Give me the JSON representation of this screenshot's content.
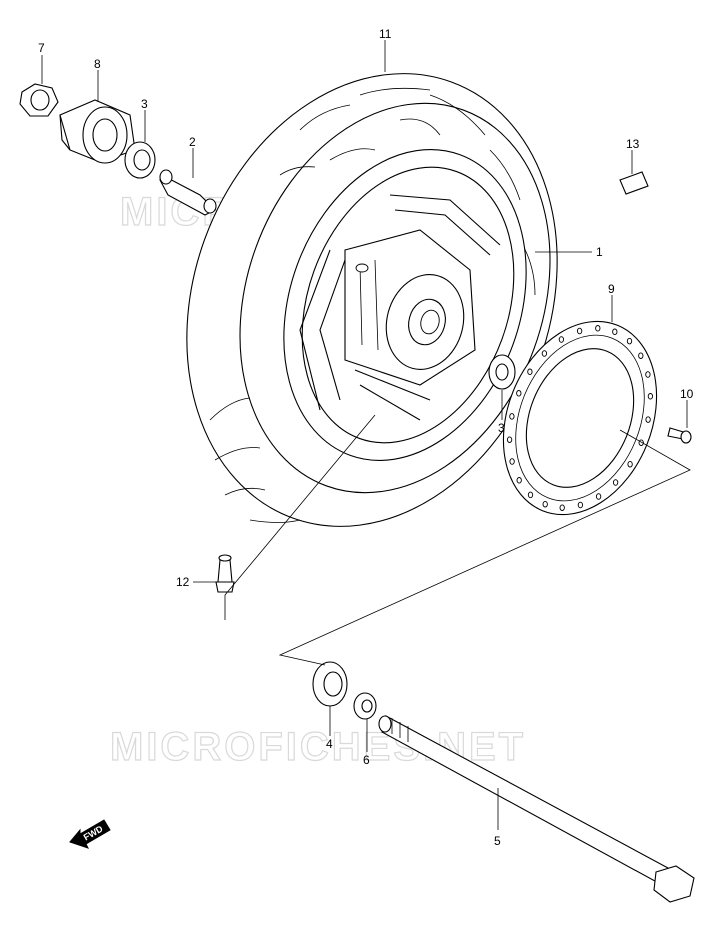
{
  "watermark": "MICROFICHES.NET",
  "fwd_label": "FWD",
  "callouts": {
    "c1": "1",
    "c2": "2",
    "c3a": "3",
    "c3b": "3",
    "c4": "4",
    "c5": "5",
    "c6": "6",
    "c7": "7",
    "c8": "8",
    "c9": "9",
    "c10": "10",
    "c11": "11",
    "c12": "12",
    "c13": "13"
  }
}
